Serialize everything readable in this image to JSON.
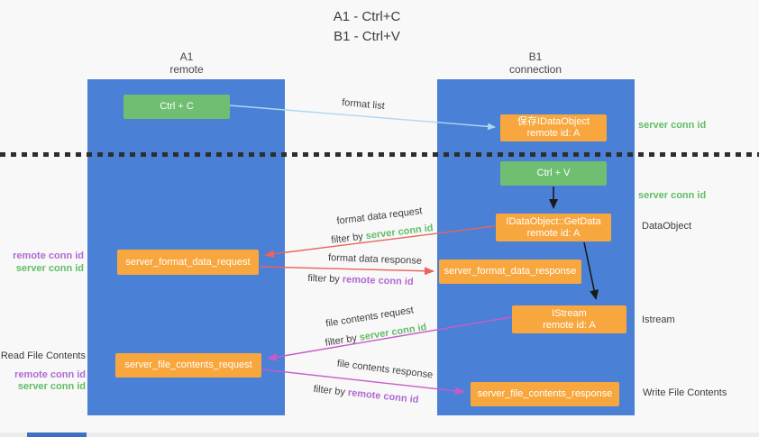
{
  "title": {
    "line1": "A1 - Ctrl+C",
    "line2": "B1 - Ctrl+V"
  },
  "columns": {
    "left": {
      "name": "A1",
      "subtitle": "remote"
    },
    "right": {
      "name": "B1",
      "subtitle": "connection"
    }
  },
  "nodes": {
    "ctrl_c": {
      "label": "Ctrl + C"
    },
    "save_idataobject": {
      "line1": "保存IDataObject",
      "line2": "remote id: A"
    },
    "ctrl_v": {
      "label": "Ctrl + V"
    },
    "getdata": {
      "line1": "IDataObject::GetData",
      "line2": "remote id: A"
    },
    "format_request": {
      "label": "server_format_data_request"
    },
    "format_response": {
      "label": "server_format_data_response"
    },
    "istream": {
      "line1": "IStream",
      "line2": "remote id: A"
    },
    "file_request": {
      "label": "server_file_contents_request"
    },
    "file_response": {
      "label": "server_file_contents_response"
    }
  },
  "arrow_labels": {
    "format_list": "format list",
    "format_data_request": "format data request",
    "format_data_response": "format data response",
    "file_contents_request": "file contents request",
    "file_contents_response": "file contents response",
    "filter_by": "filter by",
    "server_conn_id": "server conn id",
    "remote_conn_id": "remote conn id"
  },
  "side_labels": {
    "server_conn_id_1": "server conn id",
    "server_conn_id_2": "server conn id",
    "dataobject": "DataObject",
    "istream": "Istream",
    "remote_conn_id_left_1": "remote conn id",
    "server_conn_id_left_1": "server conn id",
    "read_file_contents": "Read File Contents",
    "remote_conn_id_left_2": "remote conn id",
    "server_conn_id_left_2": "server conn id",
    "write_file_contents": "Write File Contents"
  },
  "colors": {
    "background": "#f8f8f8",
    "panel_blue": "#4a80d5",
    "box_green": "#6fbe72",
    "box_orange": "#f8a73e",
    "text_green": "#62bd66",
    "text_purple": "#b169d4",
    "arrow_light_blue": "#aed7f2",
    "arrow_red": "#e8655d",
    "arrow_magenta": "#c75bc9",
    "arrow_black": "#1a1a1a"
  }
}
